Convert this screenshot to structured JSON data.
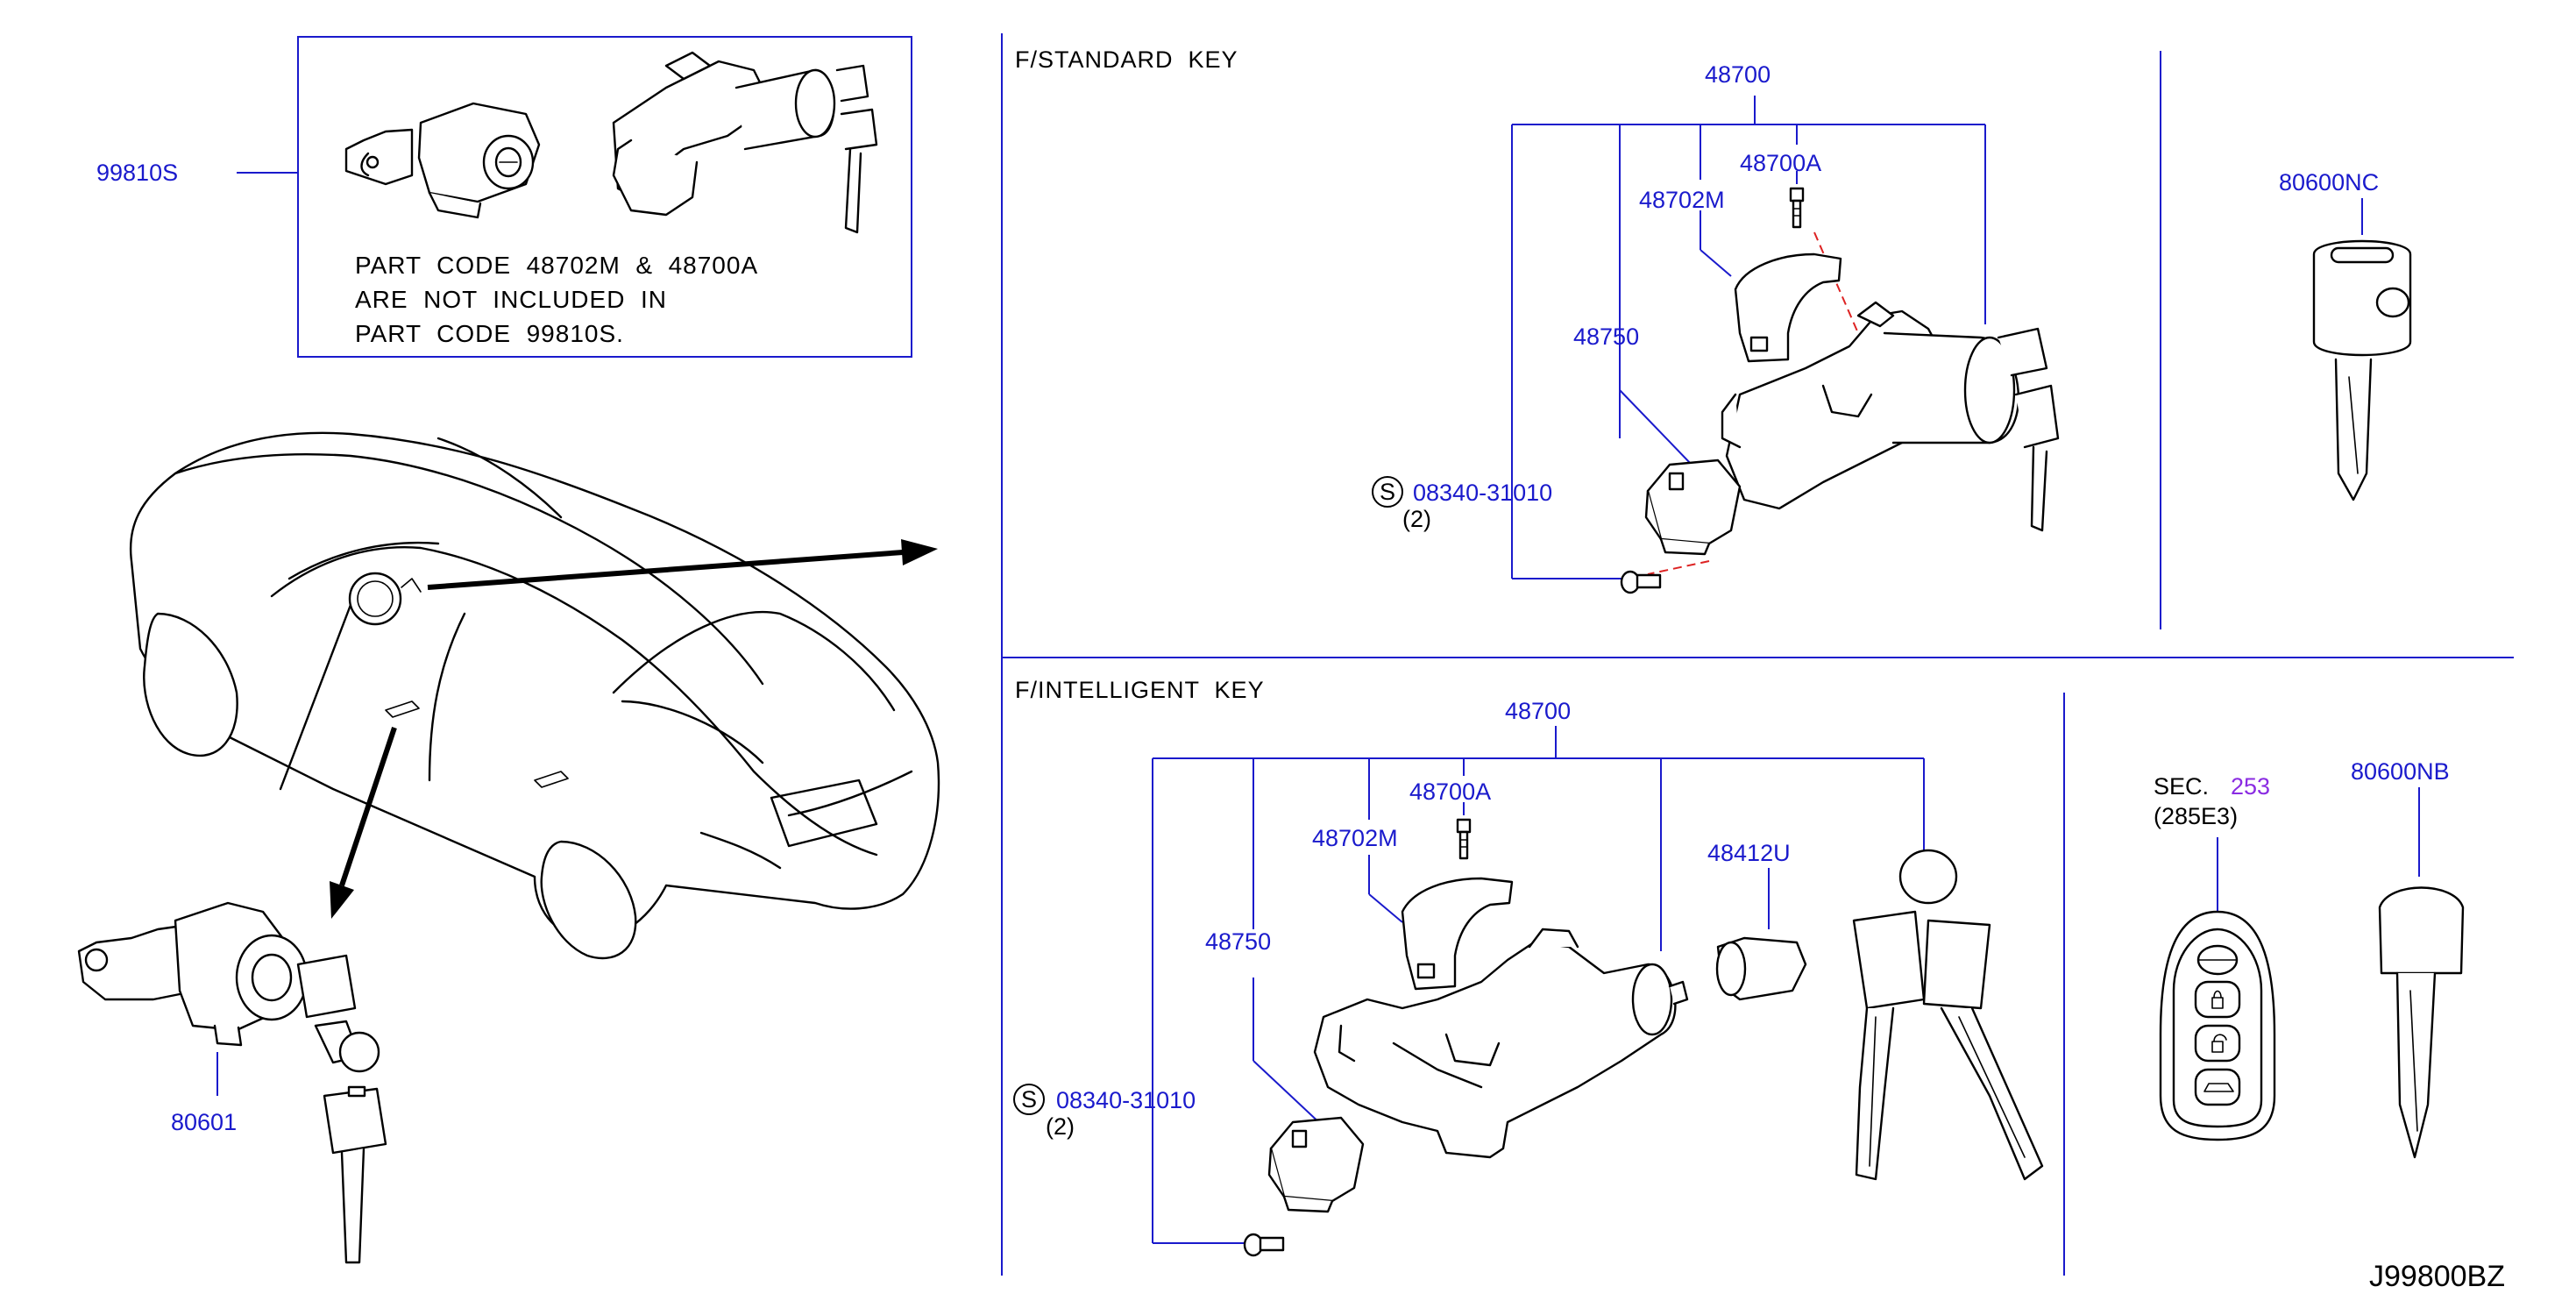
{
  "diagram_id": "J99800BZ",
  "note_box": {
    "part_number": "99810S",
    "lines": [
      "PART  CODE  48702M  &  48700A",
      "ARE  NOT  INCLUDED  IN",
      "PART  CODE  99810S."
    ]
  },
  "door_lock": {
    "part_number": "80601"
  },
  "standard_key": {
    "title": "F/STANDARD  KEY",
    "assembly": "48700",
    "bolt": "48700A",
    "bracket": "48702M",
    "cylinder": "48750",
    "screw_symbol": "S",
    "screw": "08340-31010",
    "screw_qty": "(2)",
    "key": "80600NC"
  },
  "intelligent_key": {
    "title": "F/INTELLIGENT  KEY",
    "assembly": "48700",
    "bolt": "48700A",
    "bracket": "48702M",
    "cylinder": "48750",
    "knob": "48412U",
    "screw_symbol": "S",
    "screw": "08340-31010",
    "screw_qty": "(2)",
    "sec_prefix": "SEC.",
    "sec_number": "253",
    "sec_sub": "(285E3)",
    "key": "80600NB"
  },
  "colors": {
    "label": "#1a1acc",
    "section_ref": "#8a2be2",
    "frame": "#1a1acc",
    "dash": "#dd2222"
  }
}
